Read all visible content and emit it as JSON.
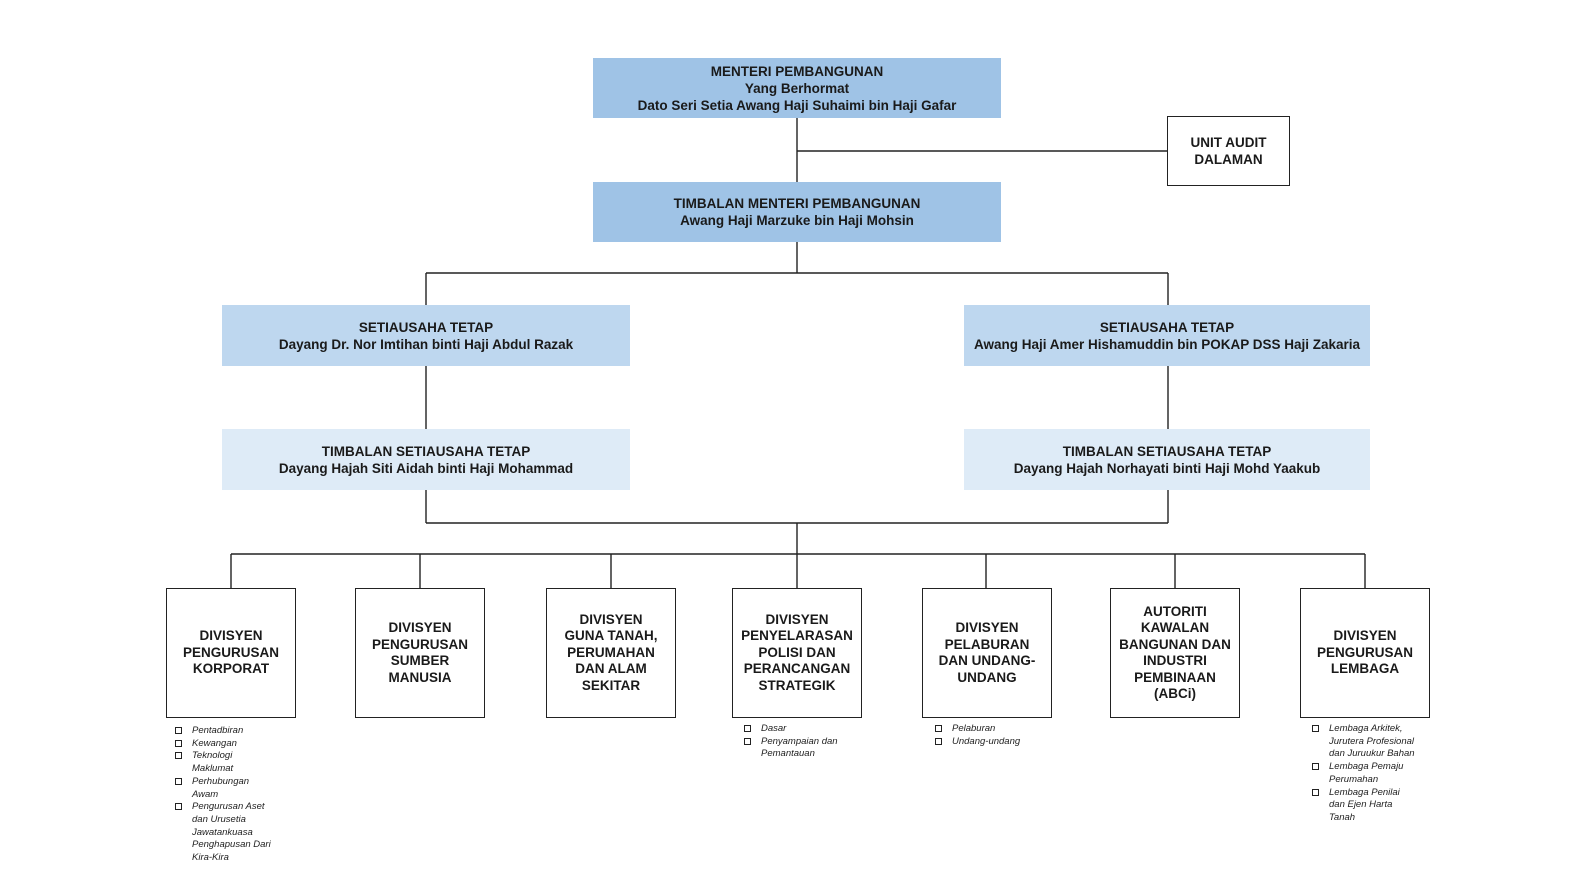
{
  "minister": {
    "title": "MENTERI PEMBANGUNAN",
    "honorific": "Yang Berhormat",
    "name": "Dato Seri Setia Awang Haji Suhaimi bin Haji Gafar"
  },
  "audit": {
    "line1": "UNIT AUDIT",
    "line2": "DALAMAN"
  },
  "deputy_minister": {
    "title": "TIMBALAN MENTERI PEMBANGUNAN",
    "name": "Awang Haji Marzuke bin Haji Mohsin"
  },
  "ps_left": {
    "title": "SETIAUSAHA TETAP",
    "name": "Dayang Dr. Nor Imtihan binti Haji Abdul Razak"
  },
  "ps_right": {
    "title": "SETIAUSAHA TETAP",
    "name": "Awang Haji Amer Hishamuddin bin POKAP DSS Haji Zakaria"
  },
  "dps_left": {
    "title": "TIMBALAN SETIAUSAHA TETAP",
    "name": "Dayang Hajah Siti Aidah binti Haji Mohammad"
  },
  "dps_right": {
    "title": "TIMBALAN SETIAUSAHA TETAP",
    "name": "Dayang Hajah Norhayati binti Haji Mohd Yaakub"
  },
  "divisions": [
    {
      "lines": [
        "DIVISYEN",
        "PENGURUSAN",
        "KORPORAT"
      ],
      "bullets": [
        "Pentadbiran",
        "Kewangan",
        "Teknologi\nMaklumat",
        "Perhubungan\nAwam",
        "Pengurusan Aset\ndan Urusetia\nJawatankuasa\nPenghapusan Dari\nKira-Kira"
      ]
    },
    {
      "lines": [
        "DIVISYEN",
        "PENGURUSAN",
        "SUMBER",
        "MANUSIA"
      ],
      "bullets": []
    },
    {
      "lines": [
        "DIVISYEN",
        "GUNA TANAH,",
        "PERUMAHAN",
        "DAN ALAM",
        "SEKITAR"
      ],
      "bullets": []
    },
    {
      "lines": [
        "DIVISYEN",
        "PENYELARASAN",
        "POLISI DAN",
        "PERANCANGAN",
        "STRATEGIK"
      ],
      "bullets": [
        "Dasar",
        "Penyampaian dan\nPemantauan"
      ]
    },
    {
      "lines": [
        "DIVISYEN",
        "PELABURAN",
        "DAN UNDANG-",
        "UNDANG"
      ],
      "bullets": [
        "Pelaburan",
        "Undang-undang"
      ]
    },
    {
      "lines": [
        "AUTORITI",
        "KAWALAN",
        "BANGUNAN DAN",
        "INDUSTRI",
        "PEMBINAAN",
        "(ABCi)"
      ],
      "bullets": []
    },
    {
      "lines": [
        "DIVISYEN",
        "PENGURUSAN",
        "LEMBAGA"
      ],
      "bullets": [
        "Lembaga Arkitek,\nJurutera Profesional\ndan Juruukur Bahan",
        "Lembaga Pemaju\nPerumahan",
        "Lembaga Penilai\ndan Ejen Harta\nTanah"
      ]
    }
  ]
}
